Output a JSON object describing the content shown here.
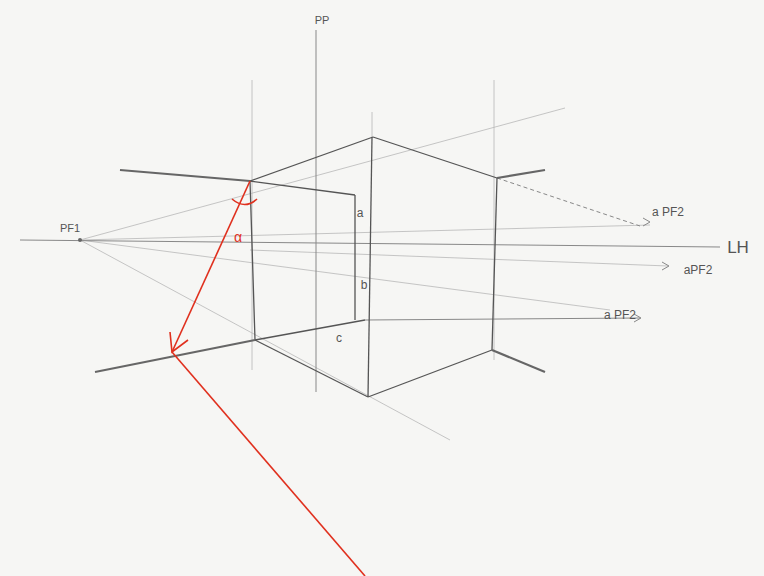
{
  "diagram": {
    "labels": [
      "PP",
      "PF1",
      "a PF2",
      "aPF2",
      "a PF2",
      "LH",
      "a",
      "b",
      "c",
      "α"
    ]
  }
}
